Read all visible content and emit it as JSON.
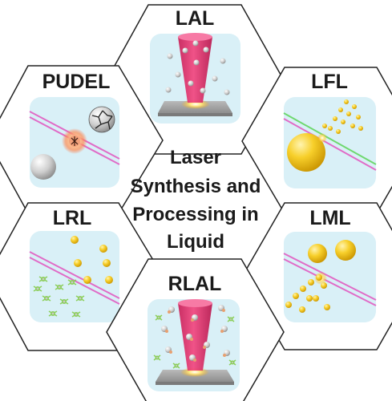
{
  "diagram": {
    "center_lines": [
      "Laser",
      "Synthesis and",
      "Processing in",
      "Liquid"
    ],
    "hexagons": [
      {
        "id": "lal",
        "label": "LAL"
      },
      {
        "id": "pudel",
        "label": "PUDEL"
      },
      {
        "id": "lfl",
        "label": "LFL"
      },
      {
        "id": "lrl",
        "label": "LRL"
      },
      {
        "id": "lml",
        "label": "LML"
      },
      {
        "id": "rlal",
        "label": "RLAL"
      }
    ]
  },
  "colors": {
    "panel_bg": "#d9f0f7",
    "laser_beam": "#e8356f",
    "gold_particle": "#f5c51c",
    "silver_particle": "#bfbfbf",
    "beam_line_pink": "#e06cc7",
    "beam_line_green": "#6fd86f",
    "hex_stroke": "#222222"
  }
}
